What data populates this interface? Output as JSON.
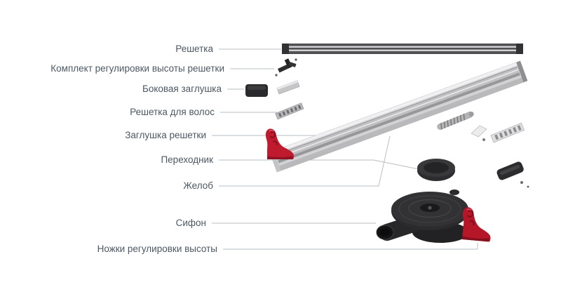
{
  "labels": [
    {
      "text": "Решетка"
    },
    {
      "text": "Комплект регулировки высоты решетки"
    },
    {
      "text": "Боковая заглушка"
    },
    {
      "text": "Решетка для волос"
    },
    {
      "text": "Заглушка решетки"
    },
    {
      "text": "Переходник"
    },
    {
      "text": "Желоб"
    },
    {
      "text": "Сифон"
    },
    {
      "text": "Ножки регулировки высоты"
    }
  ],
  "parts": [
    {
      "name": "grate-bar"
    },
    {
      "name": "height-adjustment-kit"
    },
    {
      "name": "side-plug"
    },
    {
      "name": "hair-grate"
    },
    {
      "name": "grate-plug"
    },
    {
      "name": "adapter"
    },
    {
      "name": "channel"
    },
    {
      "name": "siphon"
    },
    {
      "name": "height-adjustment-feet"
    }
  ],
  "colors": {
    "accent_red": "#bf1a2e",
    "metal_light": "#d2d2d4",
    "dark_part": "#2b2b2d",
    "leader_line": "#b9bfc5",
    "text": "#4c5864"
  }
}
